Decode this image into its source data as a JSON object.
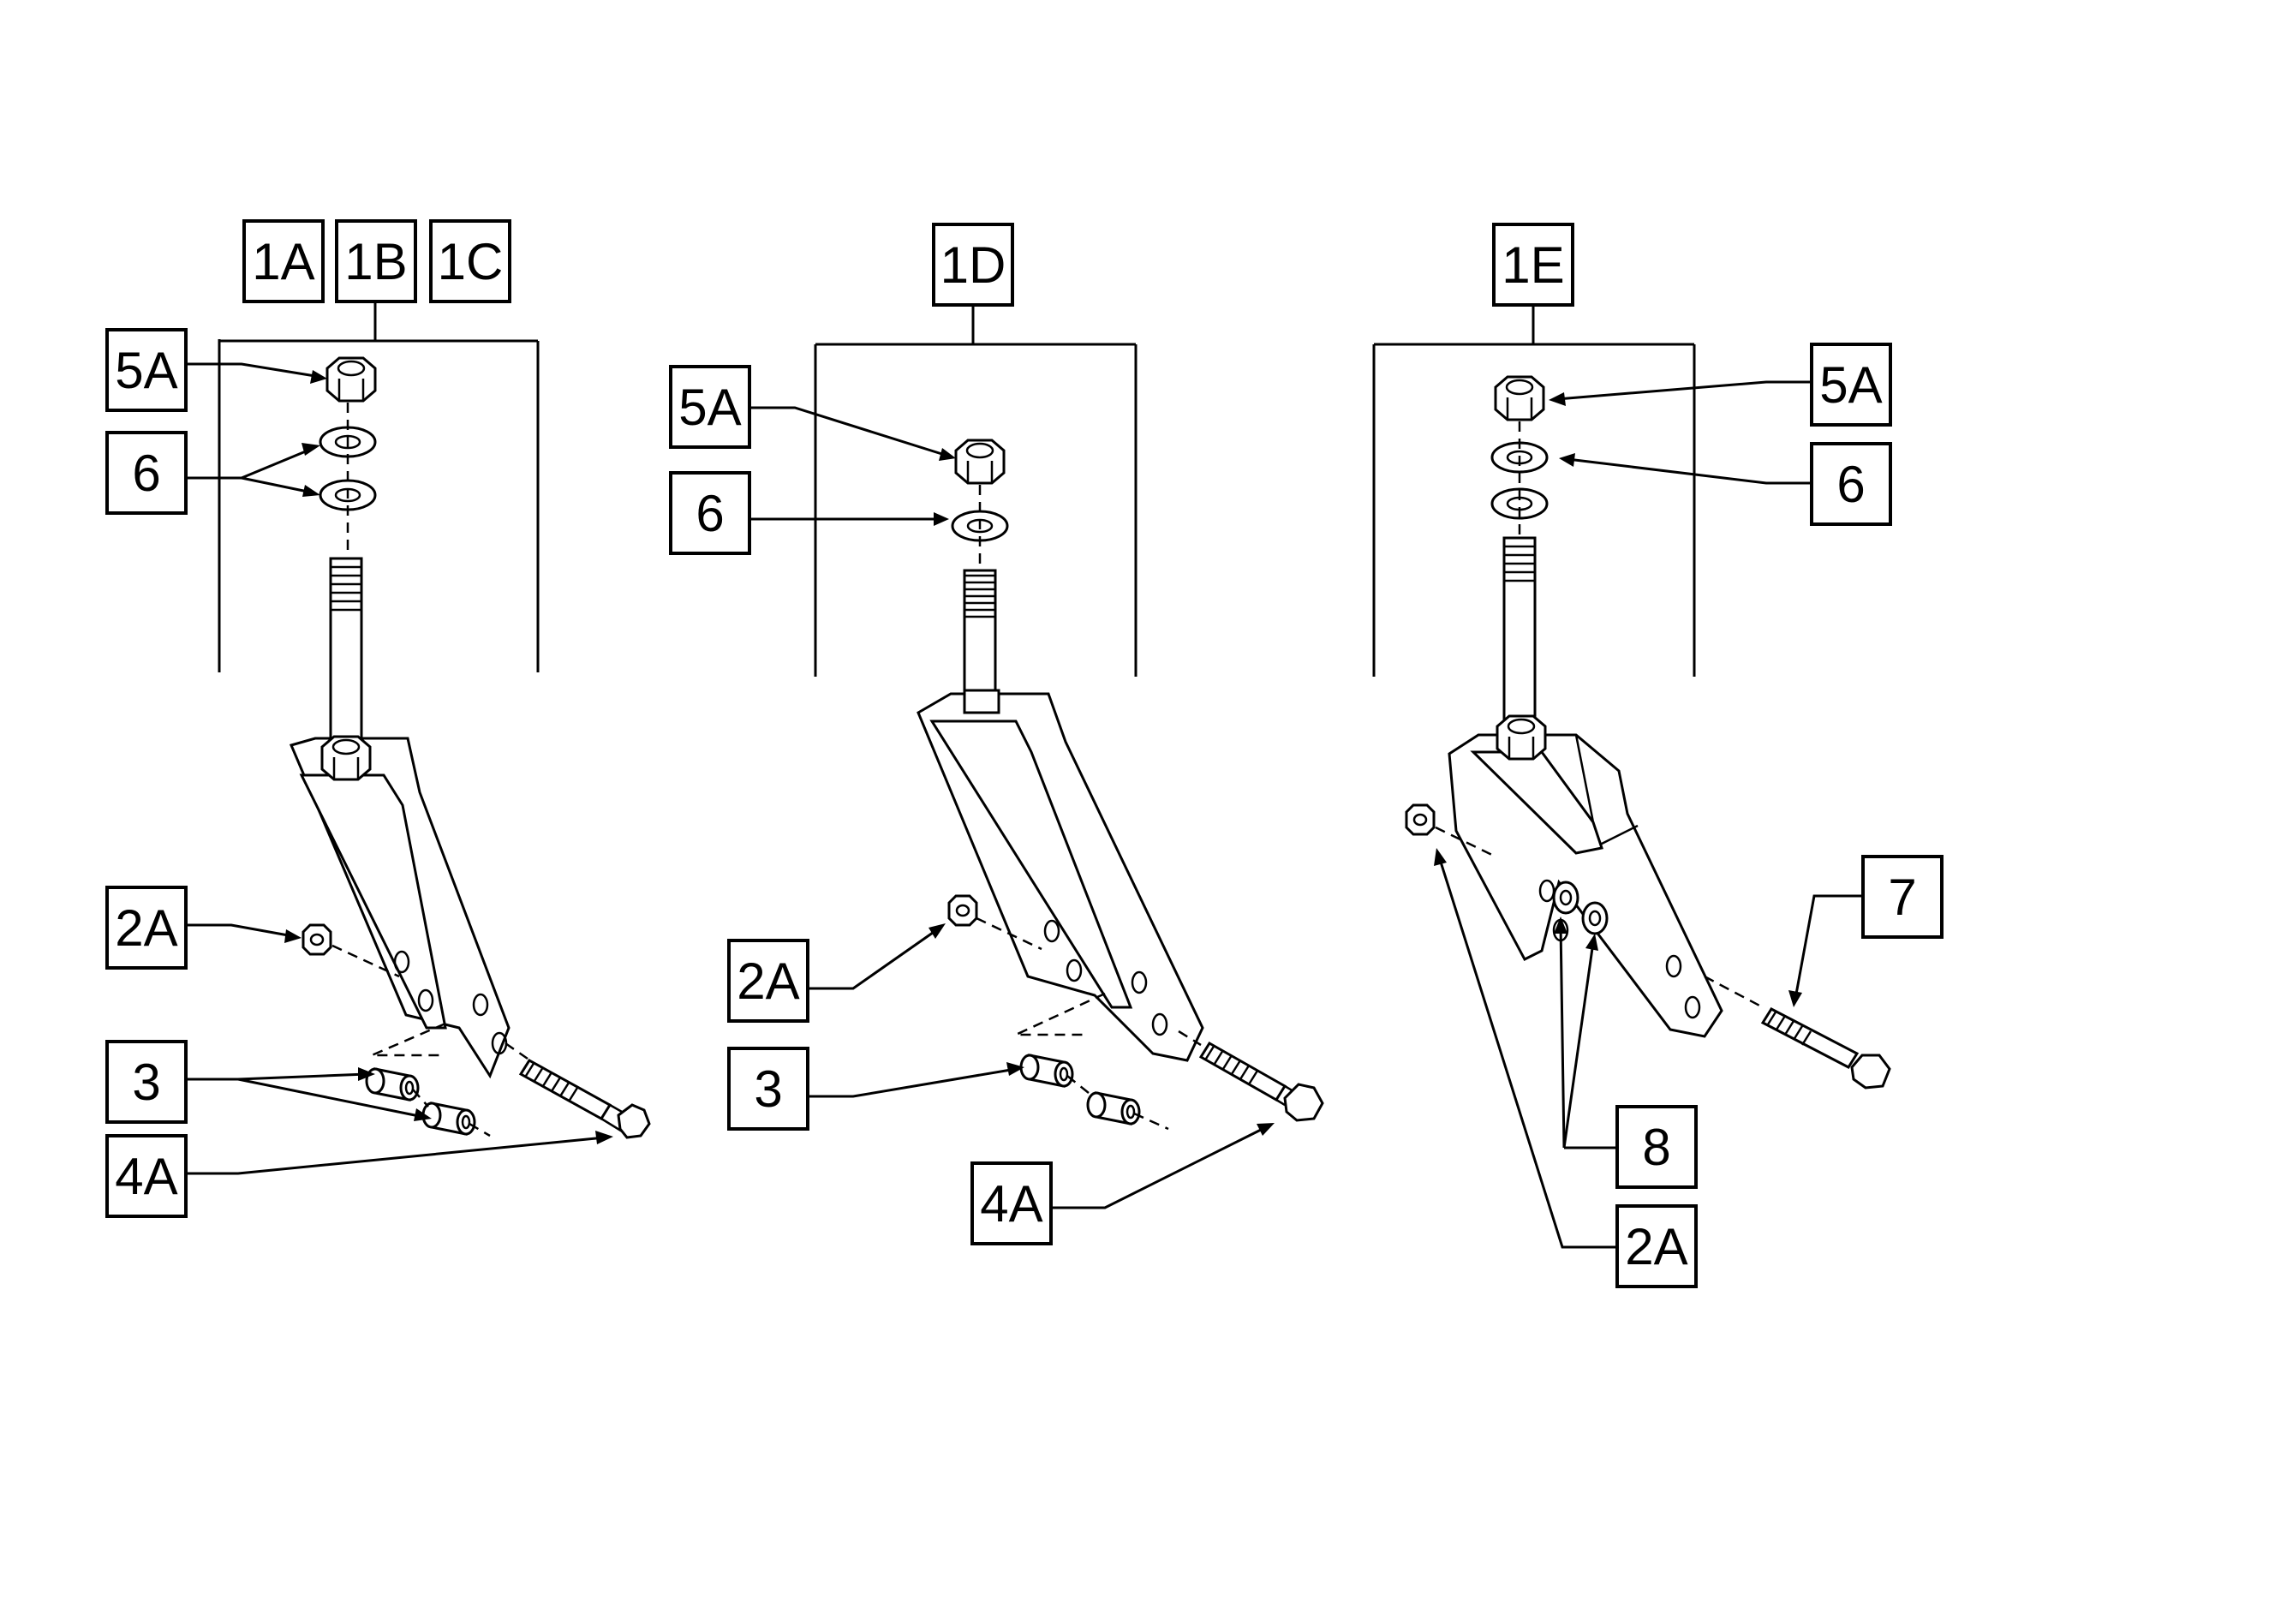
{
  "diagram": {
    "left": {
      "group_labels": [
        "1A",
        "1B",
        "1C"
      ],
      "callouts": {
        "nut": "5A",
        "washers": "6",
        "side_nut": "2A",
        "spacers": "3",
        "bolt": "4A"
      }
    },
    "middle": {
      "group_labels": [
        "1D"
      ],
      "callouts": {
        "nut": "5A",
        "washer": "6",
        "side_nut": "2A",
        "spacers": "3",
        "bolt": "4A"
      }
    },
    "right": {
      "group_labels": [
        "1E"
      ],
      "callouts": {
        "nut": "5A",
        "washers": "6",
        "bolt": "7",
        "bushings": "8",
        "side_nut": "2A"
      }
    }
  }
}
